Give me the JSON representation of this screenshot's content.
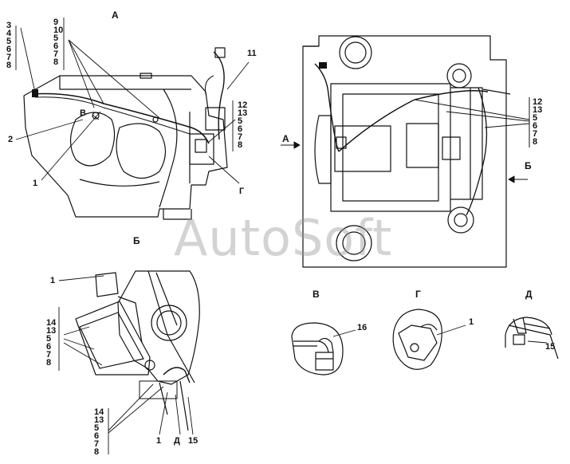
{
  "watermark": "AutoSoft",
  "views": {
    "a": "А",
    "b": "Б",
    "v": "В",
    "g": "Г",
    "d": "Д"
  },
  "callouts": {
    "stack_top_left": [
      "3",
      "4",
      "5",
      "6",
      "7",
      "8"
    ],
    "stack_top_mid": [
      "9",
      "10",
      "5",
      "6",
      "7",
      "8"
    ],
    "label_11": "11",
    "stack_right_mid": [
      "12",
      "13",
      "5",
      "6",
      "7",
      "8"
    ],
    "label_2": "2",
    "label_v": "В",
    "label_1_a": "1",
    "label_g": "Г",
    "arrow_a_label": "А",
    "stack_far_right": [
      "12",
      "13",
      "5",
      "6",
      "7",
      "8"
    ],
    "arrow_b_label": "Б",
    "label_1_b": "1",
    "stack_lower_left": [
      "14",
      "13",
      "5",
      "6",
      "7",
      "8"
    ],
    "stack_bottom": [
      "14",
      "13",
      "5",
      "6",
      "7",
      "8"
    ],
    "bottom_1": "1",
    "bottom_d": "Д",
    "bottom_15": "15",
    "label_16": "16",
    "label_1_g": "1",
    "label_15_d": "15"
  }
}
